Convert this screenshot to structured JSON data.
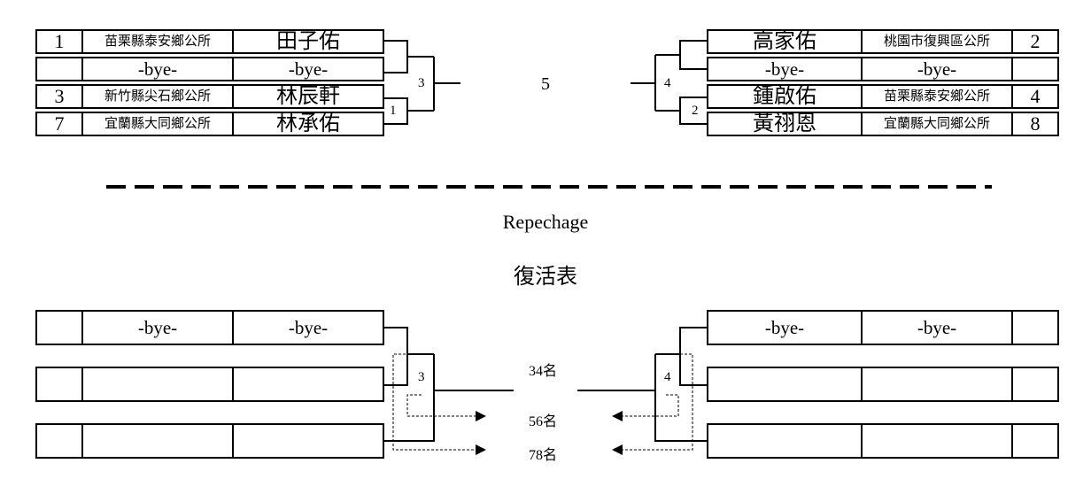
{
  "main_bracket": {
    "left_rows": [
      {
        "seed": "1",
        "team": "苗栗縣泰安鄉公所",
        "name": "田子佑"
      },
      {
        "seed": "",
        "team": "-bye-",
        "name": "-bye-"
      },
      {
        "seed": "3",
        "team": "新竹縣尖石鄉公所",
        "name": "林辰軒"
      },
      {
        "seed": "7",
        "team": "宜蘭縣大同鄉公所",
        "name": "林承佑"
      }
    ],
    "right_rows": [
      {
        "name": "高家佑",
        "team": "桃園市復興區公所",
        "seed": "2"
      },
      {
        "name": "-bye-",
        "team": "-bye-",
        "seed": ""
      },
      {
        "name": "鍾啟佑",
        "team": "苗栗縣泰安鄉公所",
        "seed": "4"
      },
      {
        "name": "黃祤恩",
        "team": "宜蘭縣大同鄉公所",
        "seed": "8"
      }
    ],
    "match_numbers": {
      "m1": "1",
      "m2": "2",
      "m3": "3",
      "m4": "4"
    },
    "final_label": "5"
  },
  "repechage": {
    "title_en": "Repechage",
    "title_zh": "復活表",
    "left_rows": [
      {
        "seed": "",
        "team": "-bye-",
        "name": "-bye-"
      },
      {
        "seed": "",
        "team": "",
        "name": ""
      },
      {
        "seed": "",
        "team": "",
        "name": ""
      }
    ],
    "right_rows": [
      {
        "name": "-bye-",
        "team": "-bye-",
        "seed": ""
      },
      {
        "name": "",
        "team": "",
        "seed": ""
      },
      {
        "name": "",
        "team": "",
        "seed": ""
      }
    ],
    "match_numbers": {
      "left": "3",
      "right": "4"
    },
    "places": {
      "p34": "34名",
      "p56": "56名",
      "p78": "78名"
    }
  }
}
